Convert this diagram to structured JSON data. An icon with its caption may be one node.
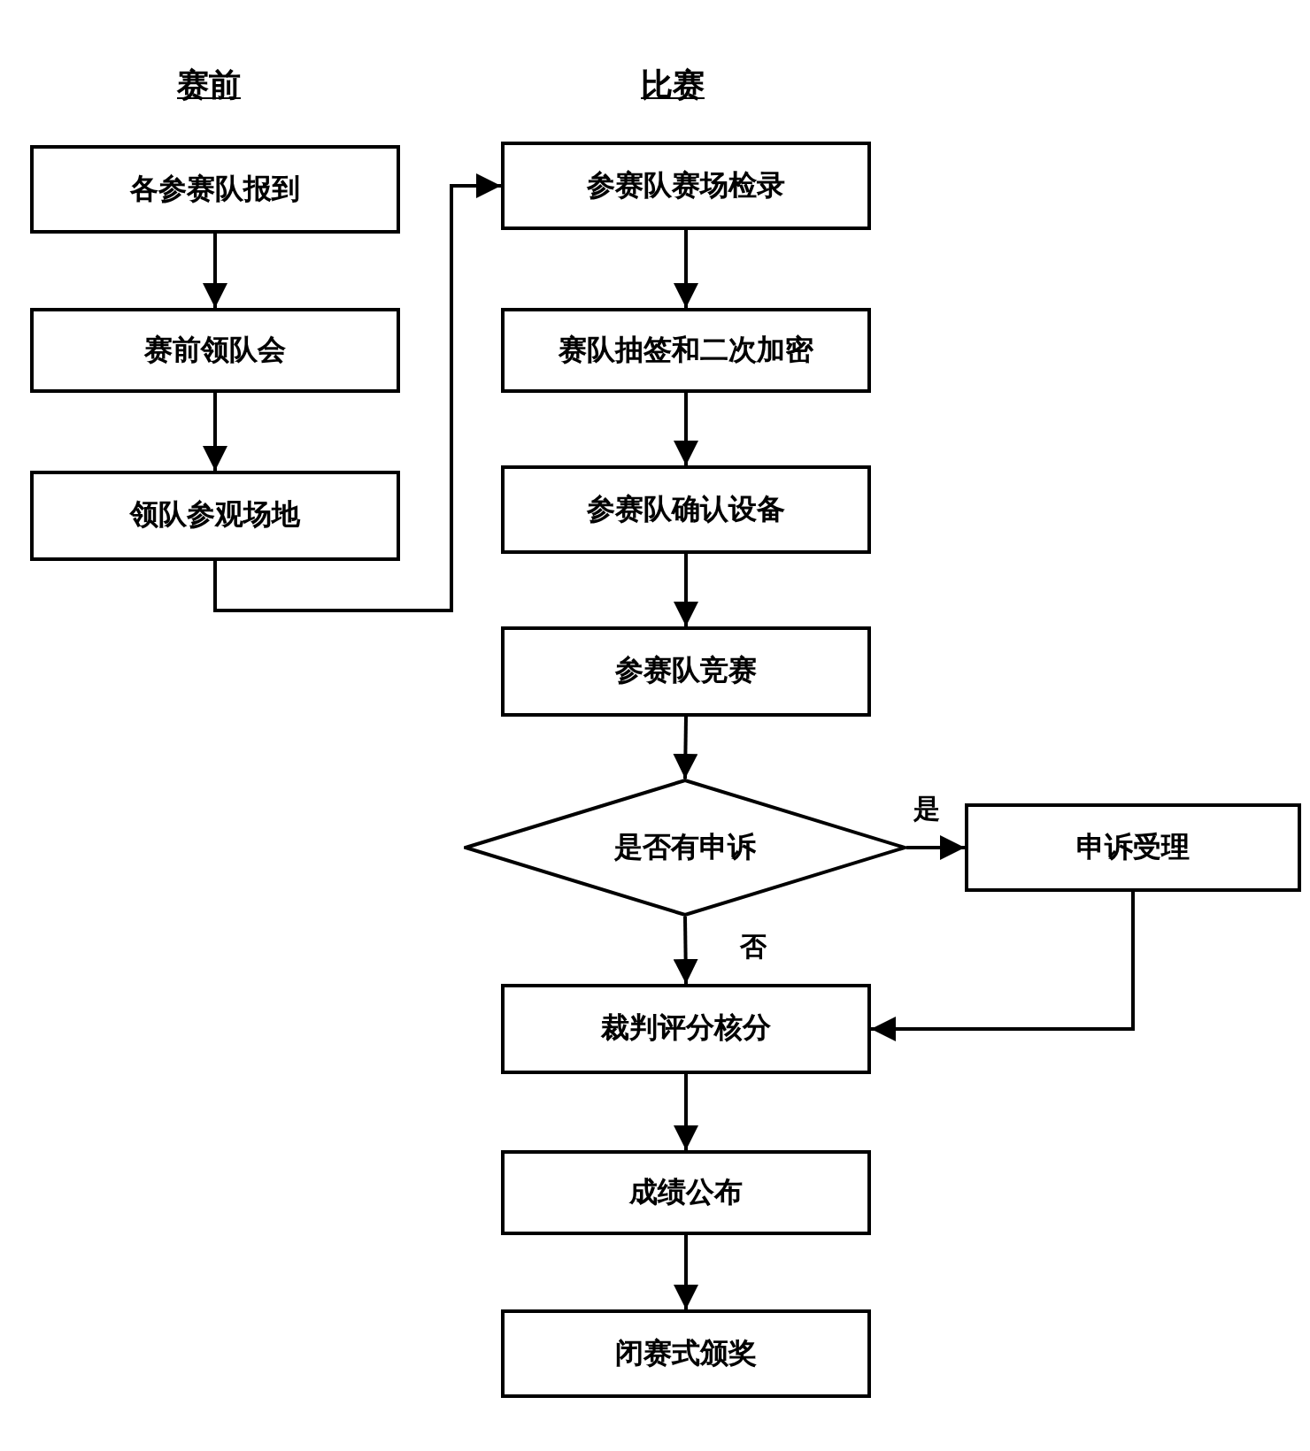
{
  "diagram": {
    "nodes": [
      {
        "text": [
          "各参赛队报到"
        ]
      },
      {
        "text": [
          "赛前领队会"
        ]
      },
      {
        "text": [
          "领队参观场地"
        ]
      },
      {
        "text": [
          "参赛队赛场检录"
        ]
      },
      {
        "text": [
          "赛队抽签和二次加密"
        ]
      },
      {
        "text": [
          "参赛队确认设备"
        ]
      },
      {
        "text": [
          "参赛队竞赛"
        ]
      },
      {
        "text": [
          "是否有申诉"
        ]
      },
      {
        "text": [
          "申诉受理"
        ]
      },
      {
        "text": [
          "裁判评分核分"
        ]
      },
      {
        "text": [
          "成绩公布"
        ]
      },
      {
        "text": [
          "闭赛式颁奖"
        ]
      }
    ],
    "edges": [
      {
        "from": 0,
        "to": 1,
        "arrow": "to"
      },
      {
        "from": 1,
        "to": 2,
        "arrow": "to"
      },
      {
        "from": 2,
        "to": 3,
        "arrow": "to"
      },
      {
        "from": 3,
        "to": 4,
        "arrow": "to"
      },
      {
        "from": 4,
        "to": 5,
        "arrow": "to"
      },
      {
        "from": 5,
        "to": 6,
        "arrow": "to"
      },
      {
        "from": 6,
        "to": 7,
        "arrow": "to"
      },
      {
        "from": 7,
        "to": 8,
        "arrow": "to",
        "label": "是"
      },
      {
        "from": 7,
        "to": 9,
        "arrow": "to",
        "label": "否"
      },
      {
        "from": 8,
        "to": 9,
        "arrow": "to"
      },
      {
        "from": 9,
        "to": 10,
        "arrow": "to"
      },
      {
        "from": 10,
        "to": 11,
        "arrow": "to"
      }
    ],
    "labels": [
      "赛前",
      "比赛"
    ]
  }
}
